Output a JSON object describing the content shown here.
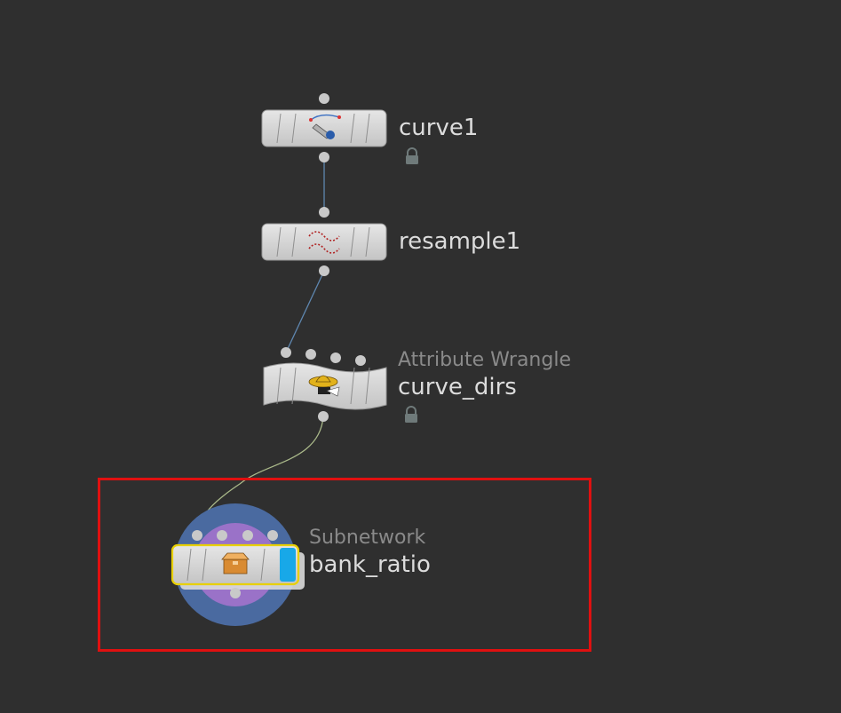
{
  "network": {
    "nodes": [
      {
        "id": "curve1",
        "name": "curve1",
        "type_label": "",
        "icon": "curve-pen-icon",
        "locked": true
      },
      {
        "id": "resample1",
        "name": "resample1",
        "type_label": "",
        "icon": "resample-wave-icon",
        "locked": false
      },
      {
        "id": "curve_dirs",
        "name": "curve_dirs",
        "type_label": "Attribute Wrangle",
        "icon": "wrangler-cowboy-icon",
        "locked": true
      },
      {
        "id": "bank_ratio",
        "name": "bank_ratio",
        "type_label": "Subnetwork",
        "icon": "subnet-box-icon",
        "locked": false,
        "selected": true,
        "display_flag": true
      }
    ],
    "connections": [
      {
        "from": "curve1",
        "to": "resample1"
      },
      {
        "from": "resample1",
        "to": "curve_dirs"
      },
      {
        "from": "curve_dirs",
        "to": "bank_ratio"
      }
    ],
    "colors": {
      "background": "#2f2f2f",
      "node_body": "#d6d6d6",
      "wire_blue": "#5f87b0",
      "wire_green": "#aab98a",
      "selection_red": "#e01010",
      "subnet_outer": "#4a6aa0",
      "subnet_inner": "#9a72c8",
      "display_flag": "#18a8e8",
      "selected_outline": "#e8d000"
    }
  }
}
